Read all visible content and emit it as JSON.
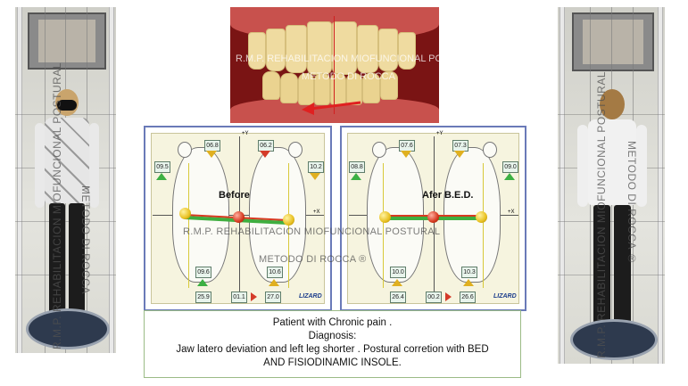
{
  "caption": {
    "line1": "Patient with Chronic pain .",
    "line2": "Diagnosis:",
    "line3": "Jaw latero deviation and left leg shorter . Postural corretion with BED",
    "line4": "AND FISIODINAMIC INSOLE."
  },
  "watermarks": {
    "full": "R.M.P. REHABILITACION MIOFUNCIONAL POSTURAL",
    "method": "METODO  DI ROCCA ®",
    "teeth_line1": "R.M.P. REHABILITACION MIOFUNCIONAL POSTURAL",
    "teeth_line2": "METODO DI ROCCA",
    "left_v1": "R.M.P. REHABILITACION MIOFUNCIONAL POSTURAL",
    "left_v2": "METODO DI ROCCA",
    "right_v1": "R.M.P. REHABILITACION MIOFUNCIONAL POSTURAL",
    "right_v2": "METODO DI ROCCA ®"
  },
  "before_chart": {
    "label": "Before",
    "top_left": "06.8",
    "top_right": "06.2",
    "side_left": "09.5",
    "side_right": "10.2",
    "bottom_left": "09.6",
    "bottom_right": "10.6",
    "footer_left": "25.9",
    "footer_mid": "01.1",
    "footer_right": "27.0",
    "logo": "LIZARD"
  },
  "after_chart": {
    "label": "Afer B.E.D.",
    "top_left": "07.6",
    "top_right": "07.3",
    "side_left": "08.8",
    "side_right": "09.0",
    "bottom_left": "10.0",
    "bottom_right": "10.3",
    "footer_left": "26.4",
    "footer_mid": "00.2",
    "footer_right": "26.6",
    "logo": "LIZARD"
  },
  "axis_labels": {
    "y": "+Y",
    "x": "+X"
  },
  "colors": {
    "arrow": "#e02020",
    "line_green": "#3fae3f",
    "ball_red": "#d63a20",
    "ball_yellow": "#e8c020",
    "chart_border": "#6a7ab8"
  }
}
